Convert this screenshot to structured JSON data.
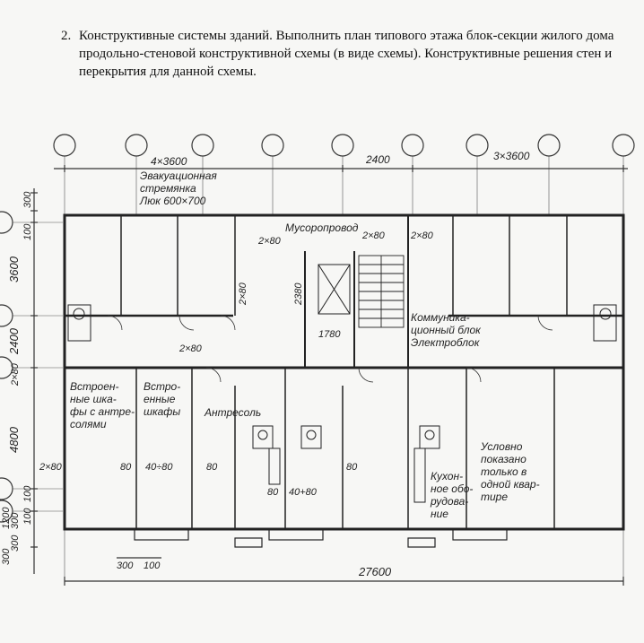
{
  "task": {
    "number": "2.",
    "text": "Конструктивные системы зданий. Выполнить план типового этажа блок-секции жилого дома продольно-стеновой конструктивной схемы (в виде схемы). Конструктивные решения стен и перекрытия для данной схемы."
  },
  "plan": {
    "top_dims": {
      "left": "4×3600",
      "middle": "2400",
      "right": "3×3600"
    },
    "left_dims": [
      "300",
      "100",
      "3600",
      "2400",
      "2×80",
      "4800",
      "2×80",
      "100",
      "300",
      "1200",
      "300",
      "100",
      "300"
    ],
    "bottom_dims": {
      "overall": "27600",
      "small_a": "300",
      "small_b": "100"
    },
    "labels": {
      "evac_ladder": [
        "Эвакуационная",
        "стремянка",
        "Люк 600×700"
      ],
      "garbage_chute": "Мусоропровод",
      "comm_block": [
        "Коммуника-",
        "ционный блок",
        "Электроблок"
      ],
      "builtin_mezz": [
        "Встроен-",
        "ные шка-",
        "фы с антре-",
        "солями"
      ],
      "builtin": [
        "Встро-",
        "енные",
        "шкафы"
      ],
      "mezzanine": "Антресоль",
      "kitchen": [
        "Кухон-",
        "ное обо-",
        "рудова-",
        "ние"
      ],
      "conditional": [
        "Условно",
        "показано",
        "только в",
        "одной квар-",
        "тире"
      ],
      "partition_2x80": "2×80",
      "partition_80": "80",
      "partition_40_80": "40÷80",
      "partition_40_80b": "40+80",
      "elevator_dim": "2380",
      "stair_dim": "1780"
    }
  }
}
